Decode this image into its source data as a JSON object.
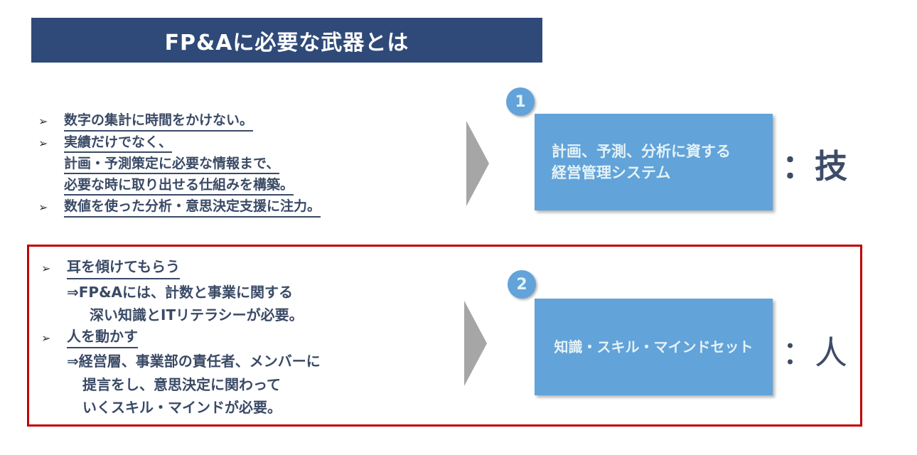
{
  "title": "FP&Aに必要な武器とは",
  "section1": {
    "bullets": [
      {
        "lines": [
          "数字の集計に時間をかけない。"
        ]
      },
      {
        "lines": [
          "実績だけでなく、",
          "計画・予測策定に必要な情報まで、",
          "必要な時に取り出せる仕組みを構築。"
        ]
      },
      {
        "lines": [
          "数値を使った分析・意思決定支援に注力。"
        ]
      }
    ],
    "badge": "1",
    "box_lines": [
      "計画、予測、分析に資する",
      "経営管理システム"
    ],
    "label": "：技"
  },
  "section2": {
    "bullets": [
      {
        "heading": "耳を傾けてもらう",
        "lines": [
          "⇒FP&Aには、計数と事業に関する",
          "深い知識とITリテラシーが必要。"
        ]
      },
      {
        "heading": "人を動かす",
        "lines": [
          "⇒経営層、事業部の責任者、メンバーに",
          "提言をし、意思決定に関わって",
          "いくスキル・マインドが必要。"
        ]
      }
    ],
    "badge": "2",
    "box_text": "知識・スキル・マインドセット",
    "label": "：人"
  },
  "bullet_icon": "arrowhead-bullet-icon",
  "colors": {
    "title_bg": "#2f4a78",
    "box": "#62a3d9",
    "frame": "#c00000",
    "arrow": "#a6a6a6"
  }
}
